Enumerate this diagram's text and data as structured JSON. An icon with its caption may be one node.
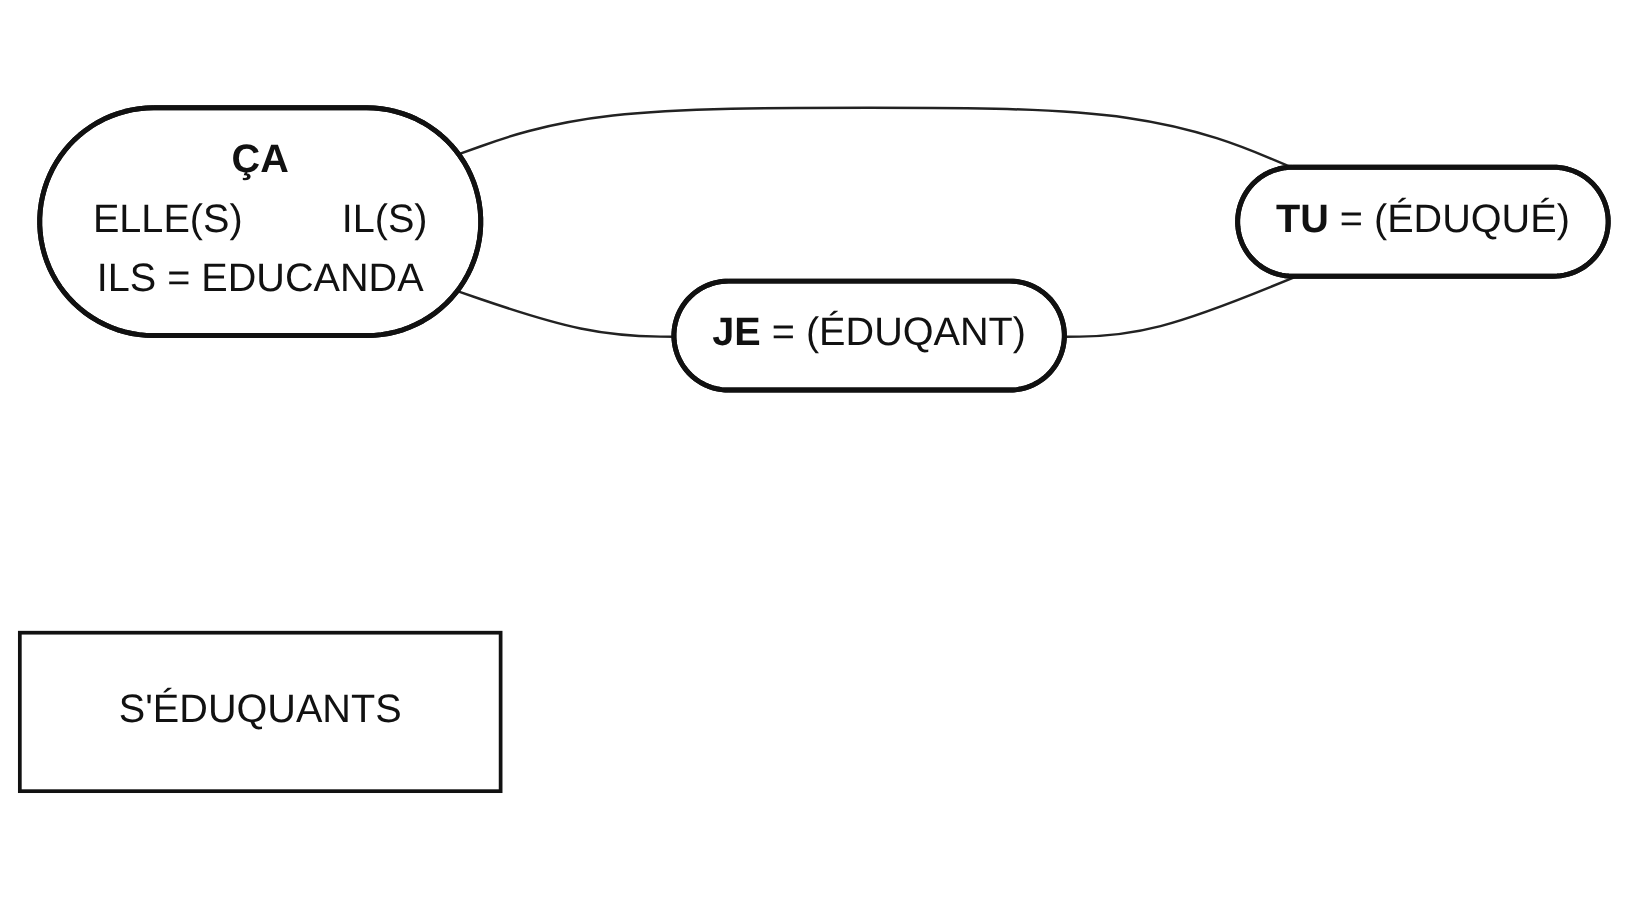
{
  "diagram": {
    "nodes": [
      {
        "text": [
          "ÇA",
          "ELLE(S)",
          "IL(S)",
          "ILS = EDUCANDA"
        ]
      },
      {
        "text": [
          "**TU** = (ÉDUQUÉ)"
        ]
      },
      {
        "text": [
          "**JE** = (ÉDUQANT)"
        ]
      },
      {
        "text": [
          "S'ÉDUQUANTS"
        ]
      }
    ],
    "edges": [
      {
        "from": 0,
        "to": 1,
        "arrow": "none"
      },
      {
        "from": 0,
        "to": 2,
        "arrow": "none"
      },
      {
        "from": 2,
        "to": 1,
        "arrow": "none"
      }
    ]
  }
}
